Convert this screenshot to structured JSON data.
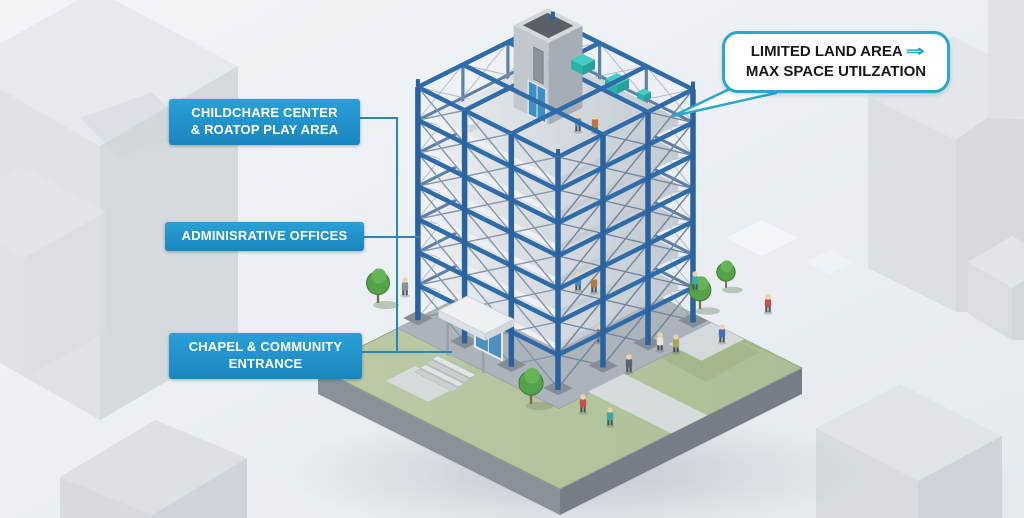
{
  "annotations": {
    "labels": [
      {
        "line1": "CHILDCHARE CENTER",
        "line2": "& ROATOP PLAY AREA"
      },
      {
        "line1": "ADMINISRATIVE OFFICES",
        "line2": ""
      },
      {
        "line1": "CHAPEL & COMMUNITY",
        "line2": "ENTRANCE"
      }
    ],
    "callout": {
      "line1": "LIMITED LAND AREA",
      "arrow": "⇒",
      "line2": "MAX SPACE UTILZATION"
    }
  },
  "colors": {
    "label_bg": "#1f93c9",
    "label_text": "#ffffff",
    "callout_border": "#2ba8c9",
    "callout_text": "#15191e",
    "leader": "#2e86b8",
    "steel": "#2e6ba8",
    "steel_dark": "#2a62a0",
    "steel_far": "#5e80a6",
    "brace_left": "#8296ab",
    "brace_right": "#71859c",
    "slab_light": "#eaedf0",
    "slab_dark": "#c2c9d1",
    "grass": "#b6c8a2",
    "grass_shade": "#a2b58c",
    "grass_shadow": "#9db184",
    "concrete": "#acb3ba",
    "path_gray": "#d8dcdf",
    "base_left": "#8a9199",
    "base_right": "#757d86",
    "core_left": "#c2c7cd",
    "core_right": "#a6adb5",
    "teal_equipment": "#43cdc4",
    "background": "#edf0f4",
    "block_gray": "#dfe3e8"
  }
}
